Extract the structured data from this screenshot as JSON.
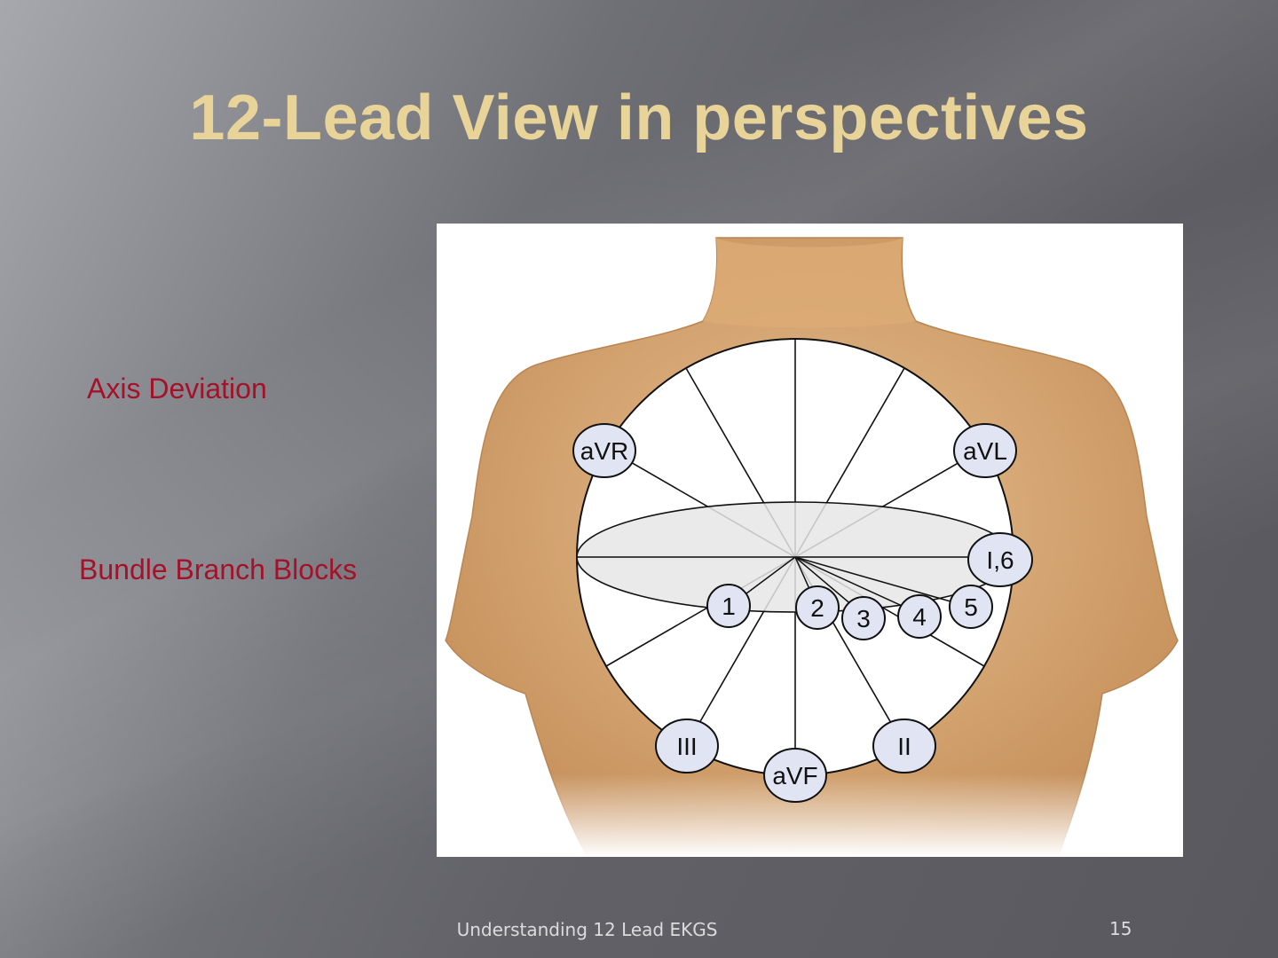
{
  "slide": {
    "title": "12-Lead View in perspectives",
    "bullets": [
      "Axis Deviation",
      "Bundle Branch Blocks"
    ],
    "footer": "Understanding 12 Lead EKGS",
    "page_number": "15"
  },
  "diagram": {
    "limb_leads": [
      "aVR",
      "aVL",
      "I,6",
      "III",
      "aVF",
      "II"
    ],
    "precordial_leads": [
      "1",
      "2",
      "3",
      "4",
      "5"
    ]
  }
}
